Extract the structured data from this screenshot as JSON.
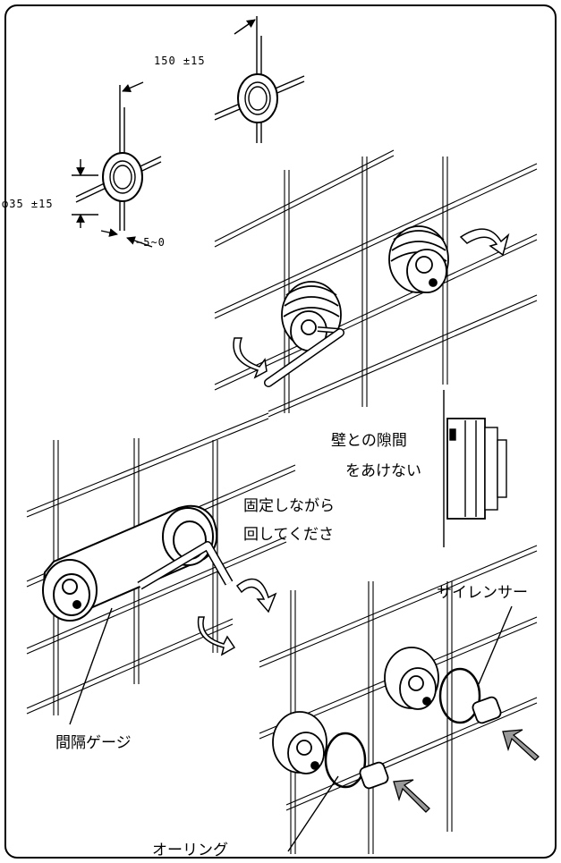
{
  "dimensions": {
    "spacing": "150 ±15",
    "diameter": "φ35 ±15",
    "offset": "−5~0"
  },
  "notes": {
    "no_gap_line1": "壁との隙間",
    "no_gap_line2": "をあけない",
    "rotate_line1": "固定しながら",
    "rotate_line2": "回してくださ"
  },
  "labels": {
    "spacing_gauge": "間隔ゲージ",
    "silencer": "サイレンサー",
    "o_ring": "オーリング"
  }
}
